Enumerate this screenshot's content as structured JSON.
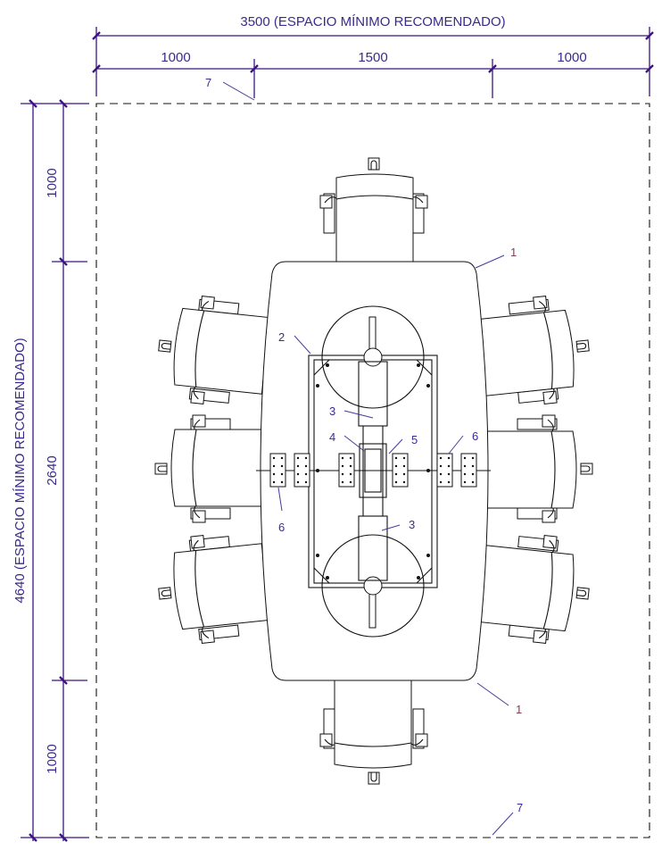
{
  "dimensions": {
    "top_total": "3500 (ESPACIO MÍNIMO RECOMENDADO)",
    "top_left": "1000",
    "top_middle": "1500",
    "top_right": "1000",
    "left_total": "4640 (ESPACIO MÍNIMO RECOMENDADO)",
    "left_top": "1000",
    "left_middle": "2640",
    "left_bottom": "1000"
  },
  "labels": {
    "boundary_top": "7",
    "boundary_bottom": "7",
    "table_top": "1",
    "table_bottom": "1",
    "frame": "2",
    "beam_top": "3",
    "beam_bottom": "3",
    "part_4": "4",
    "part_5": "5",
    "plate_right": "6",
    "plate_left": "6"
  },
  "colors": {
    "dimension": "#3c1480",
    "label": "#3a2a9a",
    "label_1": "#8a3a5a"
  }
}
